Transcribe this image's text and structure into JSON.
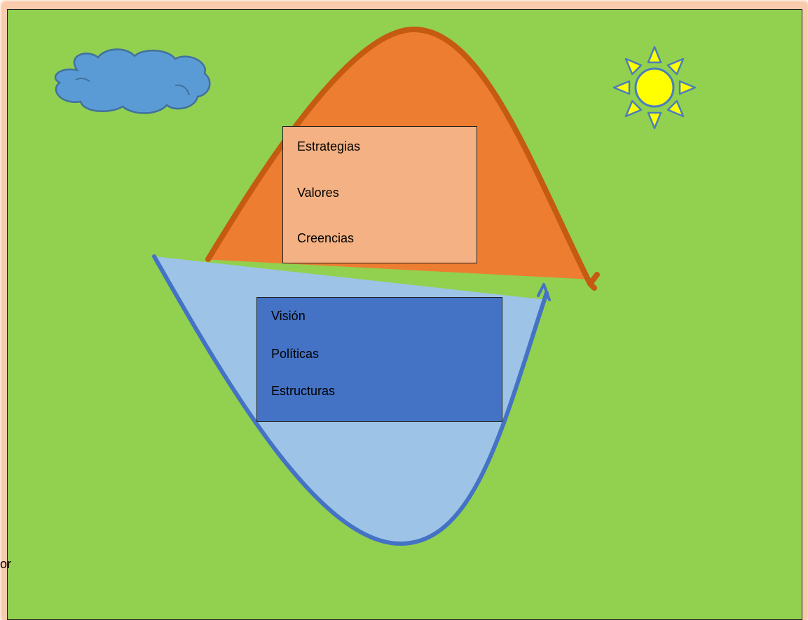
{
  "colors": {
    "background": "#92d050",
    "frame_glow": "#f8cbad",
    "mountain_fill": "#ed7d31",
    "mountain_outline": "#c55a11",
    "valley_fill": "#9dc3e6",
    "valley_outline": "#4472c4",
    "top_box_fill": "#f4b183",
    "bottom_box_fill": "#4472c4",
    "cloud_fill": "#5b9bd5",
    "cloud_outline": "#41719c",
    "sun_fill": "#ffff00",
    "sun_outline": "#4a7ebb"
  },
  "icons": {
    "cloud": "cloud-icon",
    "sun": "sun-icon"
  },
  "top_box": {
    "items": [
      "Estrategias",
      "Valores",
      "Creencias"
    ]
  },
  "bottom_box": {
    "items": [
      "Visión",
      "Políticas",
      "Estructuras"
    ]
  },
  "stray_text": "or"
}
